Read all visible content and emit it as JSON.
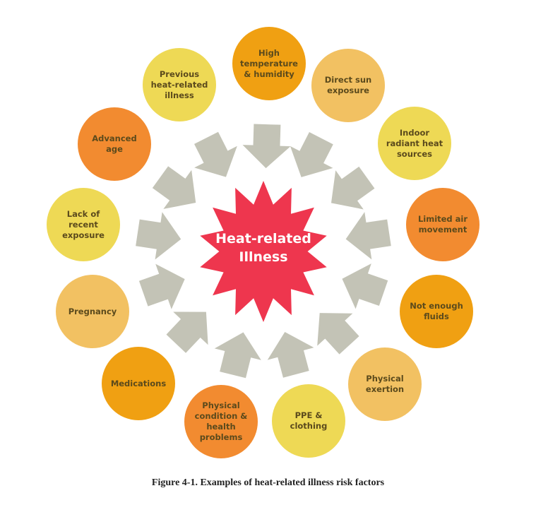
{
  "center": {
    "label_line1": "Heat-related",
    "label_line2": "Illness",
    "color": "#ee364e"
  },
  "arrow_color": "#c3c3b6",
  "factors": [
    {
      "label": "High temperature & humidity",
      "color": "#f0a012"
    },
    {
      "label": "Direct sun exposure",
      "color": "#f2c162"
    },
    {
      "label": "Indoor radiant heat sources",
      "color": "#eed955"
    },
    {
      "label": "Limited air movement",
      "color": "#f28b30"
    },
    {
      "label": "Not enough fluids",
      "color": "#f0a012"
    },
    {
      "label": "Physical exertion",
      "color": "#f2c162"
    },
    {
      "label": "PPE & clothing",
      "color": "#eed955"
    },
    {
      "label": "Physical condition & health problems",
      "color": "#f28b30"
    },
    {
      "label": "Medications",
      "color": "#f0a012"
    },
    {
      "label": "Pregnancy",
      "color": "#f2c162"
    },
    {
      "label": "Lack of recent exposure",
      "color": "#eed955"
    },
    {
      "label": "Advanced age",
      "color": "#f28b30"
    },
    {
      "label": "Previous heat-related illness",
      "color": "#eed955"
    }
  ],
  "caption": "Figure 4-1. Examples of heat-related illness risk factors"
}
